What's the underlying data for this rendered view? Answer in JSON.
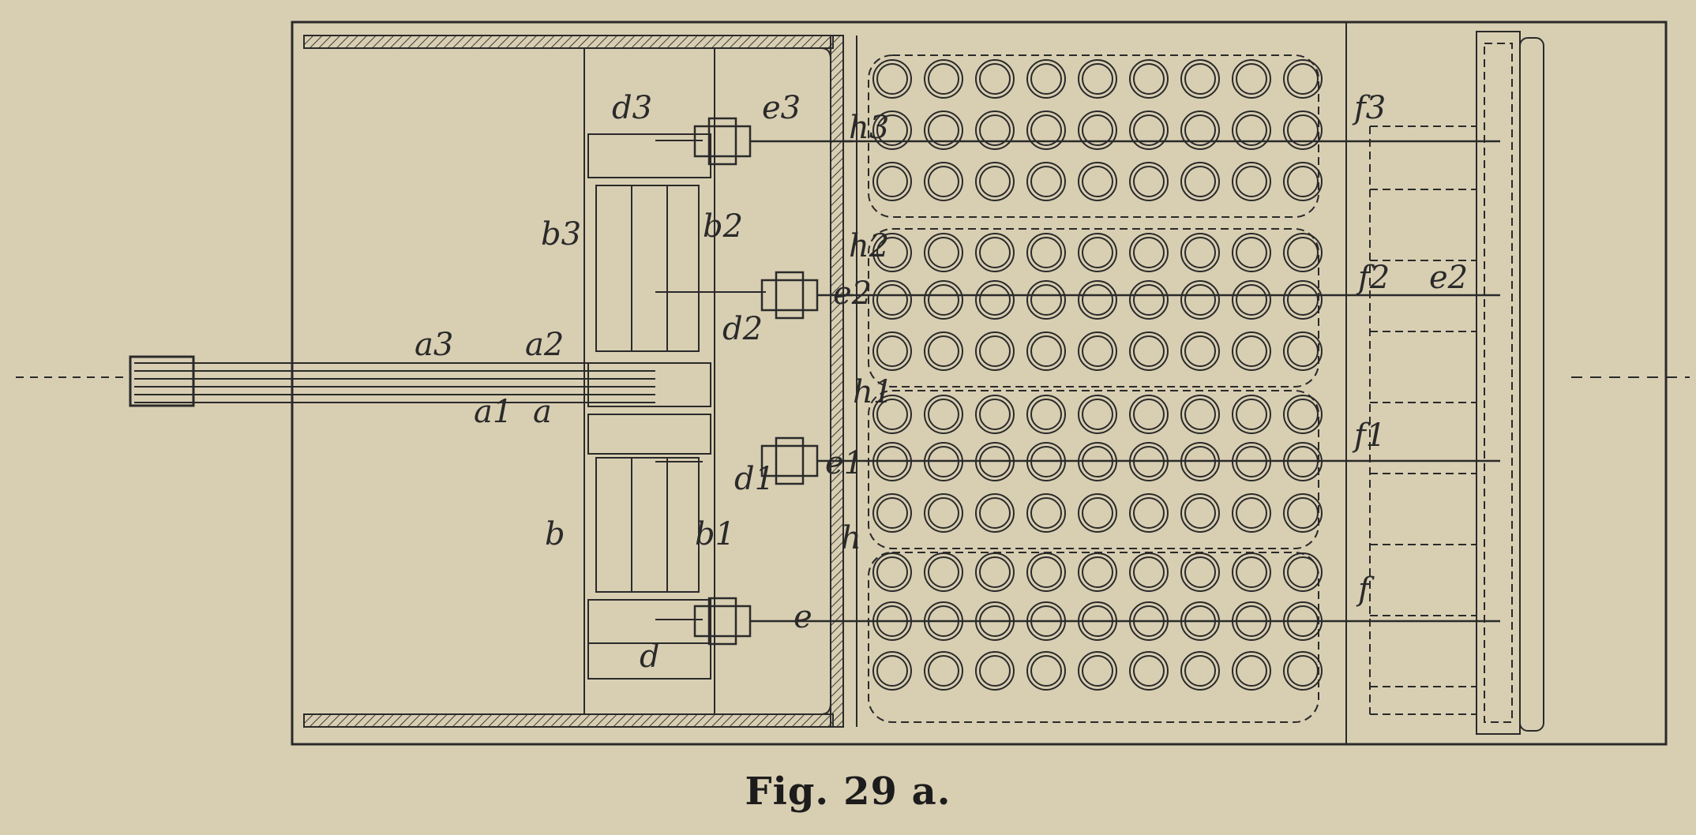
{
  "figure": {
    "label": "Fig.",
    "number": "29 a."
  },
  "labels": {
    "d3": "d3",
    "e3": "e3",
    "h3": "h3",
    "f3": "f3",
    "b3": "b3",
    "b2": "b2",
    "h2": "h2",
    "e2_lever": "e2",
    "f2": "f2",
    "e2_right": "e2",
    "d2": "d2",
    "a3": "a3",
    "a2": "a2",
    "a1": "a1",
    "a": "a",
    "h1": "h1",
    "f1": "f1",
    "e1": "e1",
    "d1": "d1",
    "b": "b",
    "b1": "b1",
    "h": "h",
    "f": "f",
    "e": "e",
    "d": "d"
  },
  "colors": {
    "paper": "#d8ceb2",
    "ink": "#2a2a2a",
    "hatch": "#3a3a3a"
  }
}
